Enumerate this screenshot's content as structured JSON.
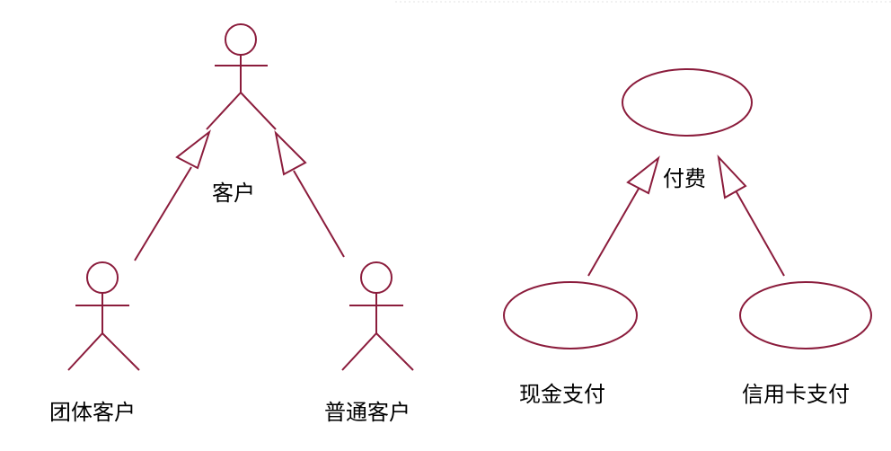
{
  "diagram": {
    "left": {
      "parent_actor_label": "客户",
      "child_actor_1_label": "团体客户",
      "child_actor_2_label": "普通客户"
    },
    "right": {
      "parent_usecase_label": "付费",
      "child_usecase_1_label": "现金支付",
      "child_usecase_2_label": "信用卡支付"
    }
  },
  "colors": {
    "line": "#8b1c3c",
    "text": "#000000",
    "background": "#ffffff"
  }
}
